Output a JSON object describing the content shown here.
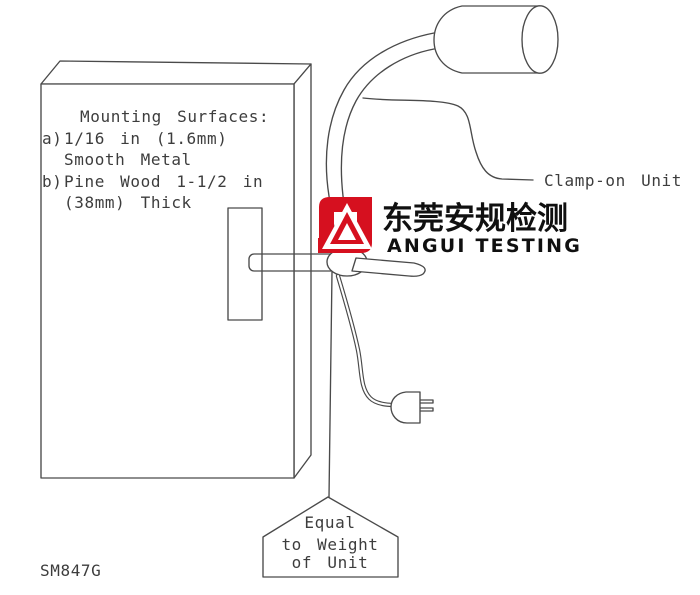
{
  "drawing": {
    "figure_id": "SM847G",
    "mounting_note": {
      "title": "Mounting Surfaces:",
      "item_a_prefix": "a)",
      "item_a_line1": "1/16 in (1.6mm)",
      "item_a_line2": "Smooth Metal",
      "item_b_prefix": "b)",
      "item_b_line1": "Pine Wood 1-1/2 in",
      "item_b_line2": "(38mm) Thick"
    },
    "clamp_label": "Clamp-on Unit",
    "weight_label": {
      "line1": "Equal",
      "line2": "to Weight",
      "line3": "of Unit"
    }
  },
  "watermark": {
    "cn_text": "东莞安规检测",
    "en_text": "ANGUI TESTING",
    "logo_color": "#d6101f",
    "text_color": "#101010"
  },
  "colors": {
    "background": "#ffffff",
    "line": "#4a4a4a",
    "text": "#3d3d3d"
  }
}
